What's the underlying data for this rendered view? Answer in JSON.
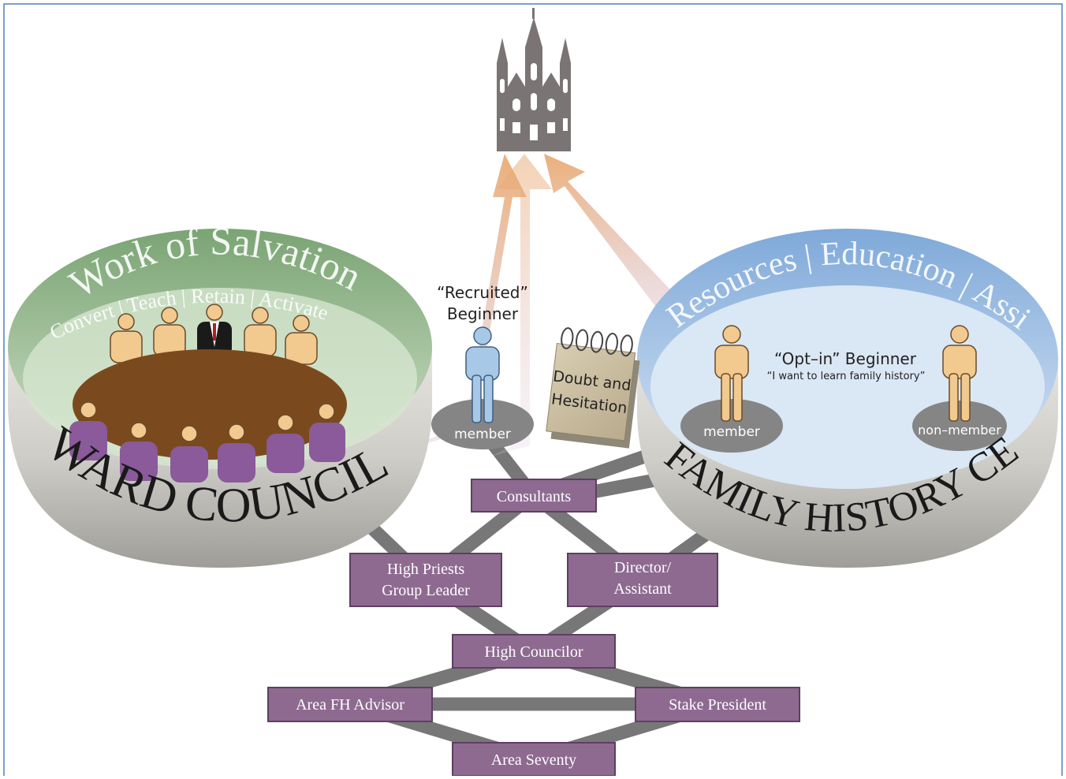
{
  "colors": {
    "frame": "#4f81bd",
    "connector": "#777777",
    "box_fill": "#8e6a91",
    "box_border": "#5e3f62",
    "box_text": "#ffffff",
    "ward_rim": "#8fb58a",
    "ward_wall": "#cfcdc8",
    "table": "#7a4a1e",
    "fhc_rim": "#8fb7e0",
    "fhc_floor": "#dae7f5",
    "temple": "#7a7474",
    "skin": "#f2c98e",
    "member_blue": "#a8c8e8",
    "robe": "#8a5a9a",
    "platform": "#858585"
  },
  "temple": {
    "icon": "temple-icon"
  },
  "ward_council": {
    "title": "WARD COUNCIL",
    "arc_title": "Work of Salvation",
    "arc_subtitle": "Convert | Teach | Retain | Activate"
  },
  "family_history_center": {
    "title": "FAMILY HISTORY CENTER",
    "arc_title": "Resources | Education | Assistance",
    "opt_in_label": "“Opt–in” Beginner",
    "opt_in_quote": "“I want to learn family history”",
    "member_label": "member",
    "nonmember_label": "non–member"
  },
  "recruited": {
    "label_line1": "“Recruited”",
    "label_line2": "Beginner",
    "member_label": "member"
  },
  "doubt_sign": {
    "line1": "Doubt and",
    "line2": "Hesitation"
  },
  "boxes": {
    "consultants": "Consultants",
    "hp_line1": "High Priests",
    "hp_line2": "Group Leader",
    "director_line1": "Director/",
    "director_line2": "Assistant",
    "high_councilor": "High Councilor",
    "area_fh_advisor": "Area FH Advisor",
    "stake_president": "Stake President",
    "area_seventy": "Area Seventy"
  }
}
